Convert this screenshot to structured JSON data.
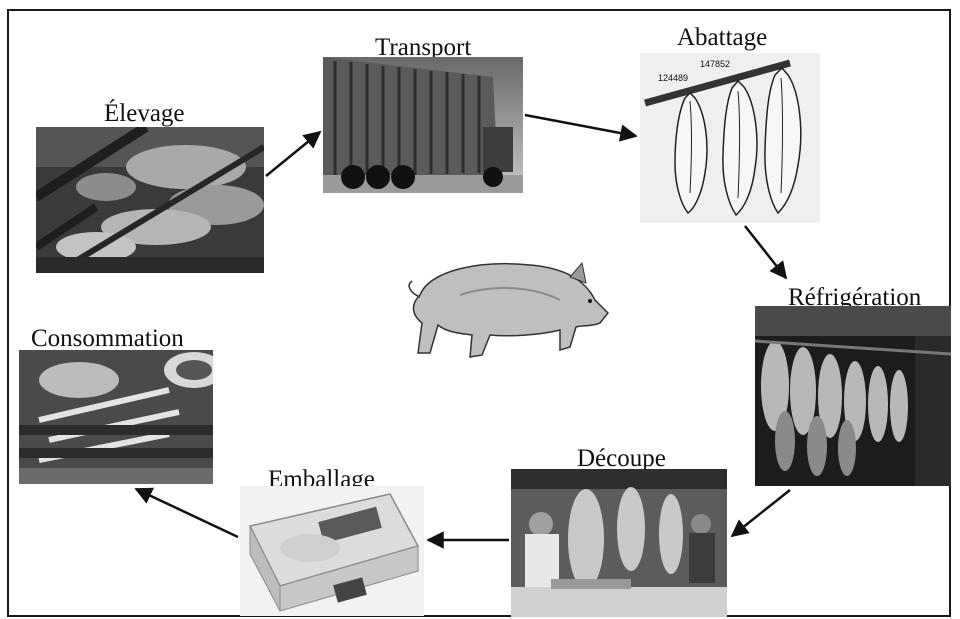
{
  "stages": {
    "elevage": "Élevage",
    "transport": "Transport",
    "abattage": "Abattage",
    "refrigeration": "Réfrigération",
    "decoupe": "Découpe",
    "emballage": "Emballage",
    "consommation": "Consommation"
  },
  "abattage_tags": [
    "124489",
    "147852"
  ],
  "colors": {
    "ink": "#111111",
    "photo_dark": "#2b2b2b",
    "photo_mid": "#8a8a8a",
    "photo_light": "#d9d9d9"
  }
}
